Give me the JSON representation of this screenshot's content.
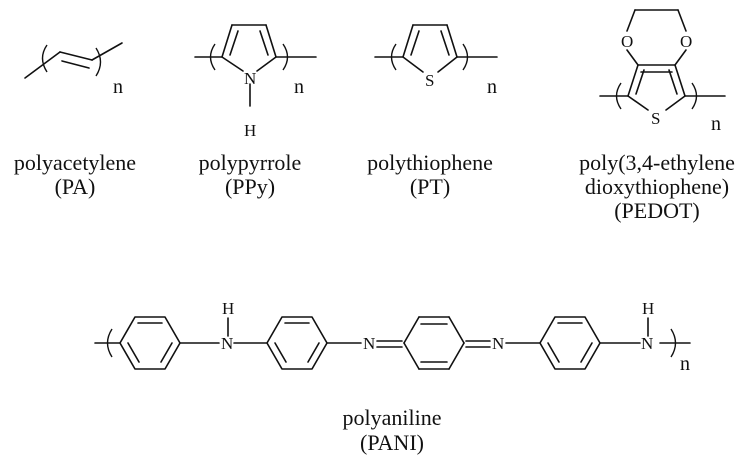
{
  "molecules": {
    "pa": {
      "name": "polyacetylene",
      "abbr": "(PA)",
      "n": "n"
    },
    "ppy": {
      "name": "polypyrrole",
      "abbr": "(PPy)",
      "n": "n",
      "n_atom": "N",
      "h_atom": "H"
    },
    "pt": {
      "name": "polythiophene",
      "abbr": "(PT)",
      "n": "n",
      "s_atom": "S"
    },
    "pedot": {
      "name_line1": "poly(3,4-ethylene",
      "name_line2": "dioxythiophene)",
      "abbr": "(PEDOT)",
      "n": "n",
      "s_atom": "S",
      "o_left": "O",
      "o_right": "O"
    },
    "pani": {
      "name": "polyaniline",
      "abbr": "(PANI)",
      "n": "n",
      "nh_left_n": "N",
      "nh_left_h": "H",
      "imine_left": "N",
      "imine_right": "N",
      "nh_right_n": "N",
      "nh_right_h": "H"
    }
  }
}
